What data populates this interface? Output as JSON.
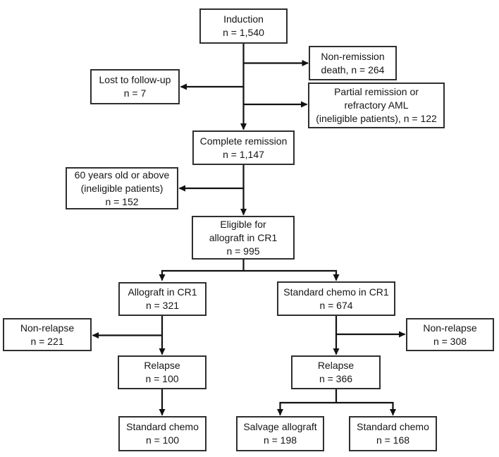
{
  "diagram": {
    "type": "flowchart",
    "background_color": "#ffffff",
    "box_border_color": "#2f2f2f",
    "box_fill_color": "#ffffff",
    "line_color": "#111111",
    "text_color": "#151515",
    "nodes": {
      "induction": {
        "text": "Induction\nn = 1,540"
      },
      "non_remission_death": {
        "text": "Non-remission\ndeath, n = 264"
      },
      "lost_to_follow_up": {
        "text": "Lost to follow-up\nn = 7"
      },
      "partial_remission": {
        "text": "Partial remission or\nrefractory AML\n(ineligible patients), n = 122"
      },
      "complete_remission": {
        "text": "Complete remission\nn = 1,147"
      },
      "sixty_years_or_above": {
        "text": "60 years old or above\n(ineligible patients)\nn = 152"
      },
      "eligible_allograft_cr1": {
        "text": "Eligible for\nallograft in CR1\nn = 995"
      },
      "allograft_cr1": {
        "text": "Allograft in CR1\nn = 321"
      },
      "standard_chemo_cr1": {
        "text": "Standard chemo in CR1\nn = 674"
      },
      "non_relapse_allograft_arm": {
        "text": "Non-relapse\nn = 221"
      },
      "non_relapse_chemo_arm": {
        "text": "Non-relapse\nn = 308"
      },
      "relapse_allograft_arm": {
        "text": "Relapse\nn = 100"
      },
      "relapse_chemo_arm": {
        "text": "Relapse\nn = 366"
      },
      "standard_chemo_after_relapse_allograft_arm": {
        "text": "Standard chemo\nn = 100"
      },
      "salvage_allograft": {
        "text": "Salvage allograft\nn = 198"
      },
      "standard_chemo_after_relapse_chemo_arm": {
        "text": "Standard chemo\nn = 168"
      }
    },
    "edges": [
      {
        "from": "induction",
        "to": "non_remission_death"
      },
      {
        "from": "induction",
        "to": "lost_to_follow_up"
      },
      {
        "from": "induction",
        "to": "partial_remission"
      },
      {
        "from": "induction",
        "to": "complete_remission"
      },
      {
        "from": "complete_remission",
        "to": "sixty_years_or_above"
      },
      {
        "from": "complete_remission",
        "to": "eligible_allograft_cr1"
      },
      {
        "from": "eligible_allograft_cr1",
        "to": "allograft_cr1"
      },
      {
        "from": "eligible_allograft_cr1",
        "to": "standard_chemo_cr1"
      },
      {
        "from": "allograft_cr1",
        "to": "non_relapse_allograft_arm"
      },
      {
        "from": "allograft_cr1",
        "to": "relapse_allograft_arm"
      },
      {
        "from": "standard_chemo_cr1",
        "to": "non_relapse_chemo_arm"
      },
      {
        "from": "standard_chemo_cr1",
        "to": "relapse_chemo_arm"
      },
      {
        "from": "relapse_allograft_arm",
        "to": "standard_chemo_after_relapse_allograft_arm"
      },
      {
        "from": "relapse_chemo_arm",
        "to": "salvage_allograft"
      },
      {
        "from": "relapse_chemo_arm",
        "to": "standard_chemo_after_relapse_chemo_arm"
      }
    ]
  }
}
